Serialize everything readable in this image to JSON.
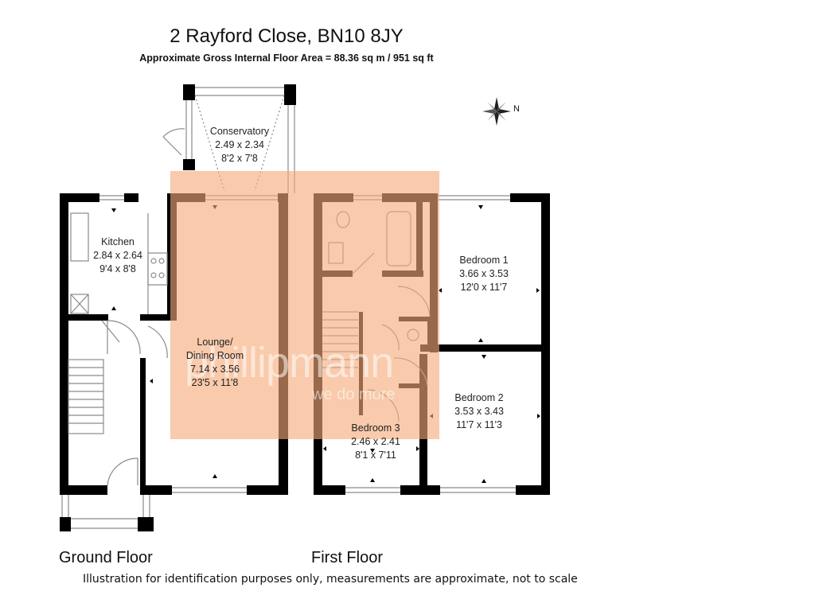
{
  "header": {
    "title": "2 Rayford Close, BN10 8JY",
    "subtitle": "Approximate Gross Internal Floor Area = 88.36 sq m / 951 sq ft"
  },
  "floors": {
    "ground": "Ground Floor",
    "first": "First Floor"
  },
  "rooms": {
    "conservatory": {
      "name": "Conservatory",
      "metric": "2.49 x 2.34",
      "imperial": "8'2 x 7'8"
    },
    "kitchen": {
      "name": "Kitchen",
      "metric": "2.84 x 2.64",
      "imperial": "9'4 x 8'8"
    },
    "lounge": {
      "name": "Lounge/",
      "name2": "Dining Room",
      "metric": "7.14 x 3.56",
      "imperial": "23'5 x 11'8"
    },
    "bedroom1": {
      "name": "Bedroom 1",
      "metric": "3.66 x 3.53",
      "imperial": "12'0 x 11'7"
    },
    "bedroom2": {
      "name": "Bedroom 2",
      "metric": "3.53 x 3.43",
      "imperial": "11'7 x 11'3"
    },
    "bedroom3": {
      "name": "Bedroom 3",
      "metric": "2.46 x 2.41",
      "imperial": "8'1 x 7'11"
    }
  },
  "compass": {
    "label": "N",
    "icon": "compass-rose-icon"
  },
  "watermark": {
    "brand": "phillipmann",
    "tagline": "we do more",
    "color": "#f6aa78"
  },
  "footer": {
    "disclaimer": "Illustration for identification purposes only, measurements are approximate, not to scale"
  },
  "colors": {
    "wall": "#000000",
    "window": "#9a9a9a"
  }
}
